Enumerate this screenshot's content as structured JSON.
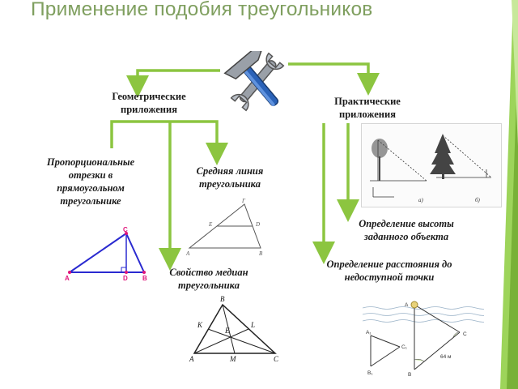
{
  "slide": {
    "title": "Применение подобия треугольников"
  },
  "nodes": {
    "geometric": "Геометрические приложения",
    "practical": "Практические приложения",
    "proportional": "Пропорциональные отрезки в прямоугольном треугольнике",
    "midline": "Средняя линия треугольника",
    "medians": "Свойство медиан треугольника",
    "height": "Определение высоты заданного объекта",
    "distance": "Определение расстояния до недоступной точки"
  },
  "figures": {
    "right_triangle": {
      "labels": [
        "C",
        "A",
        "D",
        "B"
      ]
    },
    "midline_triangle": {
      "labels": [
        "Г",
        "Е",
        "D",
        "A",
        "В"
      ]
    },
    "medians_triangle": {
      "labels": [
        "B",
        "K",
        "L",
        "E",
        "A",
        "M",
        "C"
      ]
    },
    "tree_scene": {
      "labels": [
        "а)",
        "б)"
      ]
    },
    "river_scene": {
      "labels": [
        "A",
        "C",
        "B",
        "B₁",
        "A₁",
        "C₁",
        "64 м"
      ]
    }
  },
  "colors": {
    "accent_green": "#8cc540",
    "title_green": "#7f9f5f",
    "segment_blue": "#2a2ad0",
    "point_pink": "#e0147a"
  },
  "icons": [
    "tools-icon"
  ]
}
